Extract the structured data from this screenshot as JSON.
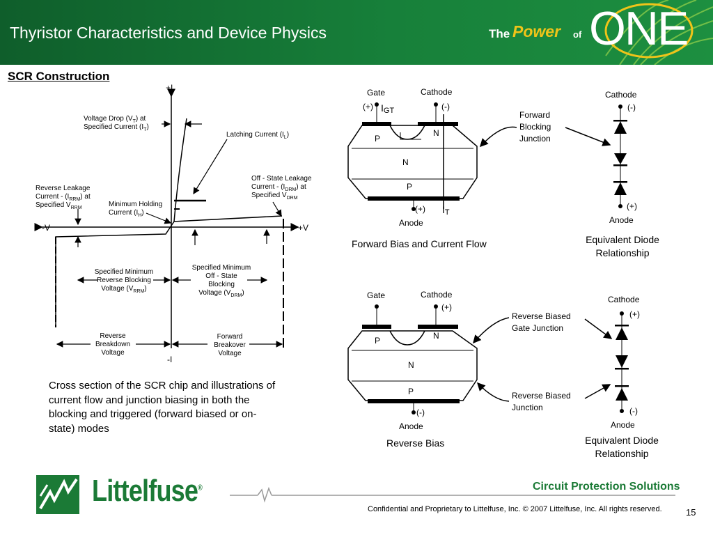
{
  "header": {
    "title": "Thyristor Characteristics and Device Physics",
    "brand": {
      "the": "The",
      "power": "Power",
      "of": "of",
      "one": "ONE"
    }
  },
  "section_title": "SCR Construction",
  "vi_chart": {
    "axis": {
      "plus_i": "+I",
      "minus_i": "-I",
      "plus_v": "+V",
      "minus_v": "-V"
    },
    "labels": {
      "vt1": "Voltage Drop (V",
      "vt_sub": "T",
      "vt2": ") at",
      "it1": "Specified Current (I",
      "it_sub": "T",
      "it2": ")",
      "il1": "Latching Current (I",
      "il_sub": "L",
      "il2": ")",
      "rl1": "Reverse Leakage",
      "rl2a": "Current - (I",
      "rl2_sub": "RRM",
      "rl2b": ") at",
      "rl3a": "Specified V",
      "rl3_sub": "RRM",
      "ih1": "Minimum Holding",
      "ih2a": "Current (I",
      "ih2_sub": "H",
      "ih2b": ")",
      "ol1": "Off - State Leakage",
      "ol2a": "Current - (I",
      "ol2_sub": "DRM",
      "ol2b": ") at",
      "ol3a": "Specified V",
      "ol3_sub": "DRM",
      "rb1": "Specified Minimum",
      "rb2": "Reverse Blocking",
      "rb3a": "Voltage (V",
      "rb3_sub": "RRM",
      "rb3b": ")",
      "ob1": "Specified Minimum",
      "ob2": "Off - State",
      "ob3": "Blocking",
      "ob4a": "Voltage (V",
      "ob4_sub": "DRM",
      "ob4b": ")",
      "rv1": "Reverse",
      "rv2": "Breakdown",
      "rv3": "Voltage",
      "fv1": "Forward",
      "fv2": "Breakover",
      "fv3": "Voltage"
    }
  },
  "scr_forward": {
    "gate": "Gate",
    "cathode": "Cathode",
    "plus": "(+)",
    "minus": "(-)",
    "igt": "I",
    "igt_sub": "GT",
    "it": "I",
    "it_sub": "T",
    "p1": "P",
    "n1": "N",
    "n2": "N",
    "p2": "P",
    "anode_plus": "(+)",
    "anode": "Anode",
    "junction1": "Forward",
    "junction2": "Blocking",
    "junction3": "Junction",
    "caption": "Forward Bias and Current Flow"
  },
  "scr_reverse": {
    "gate": "Gate",
    "cathode": "Cathode",
    "plus": "(+)",
    "p1": "P",
    "n1": "N",
    "n2": "N",
    "p2": "P",
    "anode_minus": "(-)",
    "anode": "Anode",
    "gj1": "Reverse Biased",
    "gj2": "Gate Junction",
    "j1": "Reverse Biased",
    "j2": "Junction",
    "caption": "Reverse Bias"
  },
  "diode_top": {
    "cathode": "Cathode",
    "minus": "(-)",
    "plus": "(+)",
    "anode": "Anode",
    "cap1": "Equivalent Diode",
    "cap2": "Relationship"
  },
  "diode_bottom": {
    "cathode": "Cathode",
    "plus": "(+)",
    "minus": "(-)",
    "anode": "Anode",
    "cap1": "Equivalent Diode",
    "cap2": "Relationship"
  },
  "caption": "Cross section of the SCR chip and illustrations of current flow and junction biasing in both the blocking and triggered (forward biased or on-state) modes",
  "footer": {
    "logo": "Littelfuse",
    "reg": "®",
    "tagline": "Circuit Protection Solutions",
    "confidential": "Confidential and Proprietary to Littelfuse, Inc.  © 2007 Littelfuse, Inc.  All rights reserved.",
    "page": "15"
  },
  "colors": {
    "header_green": "#17803a",
    "brand_yellow": "#f0c419",
    "logo_green": "#1b7a36"
  }
}
